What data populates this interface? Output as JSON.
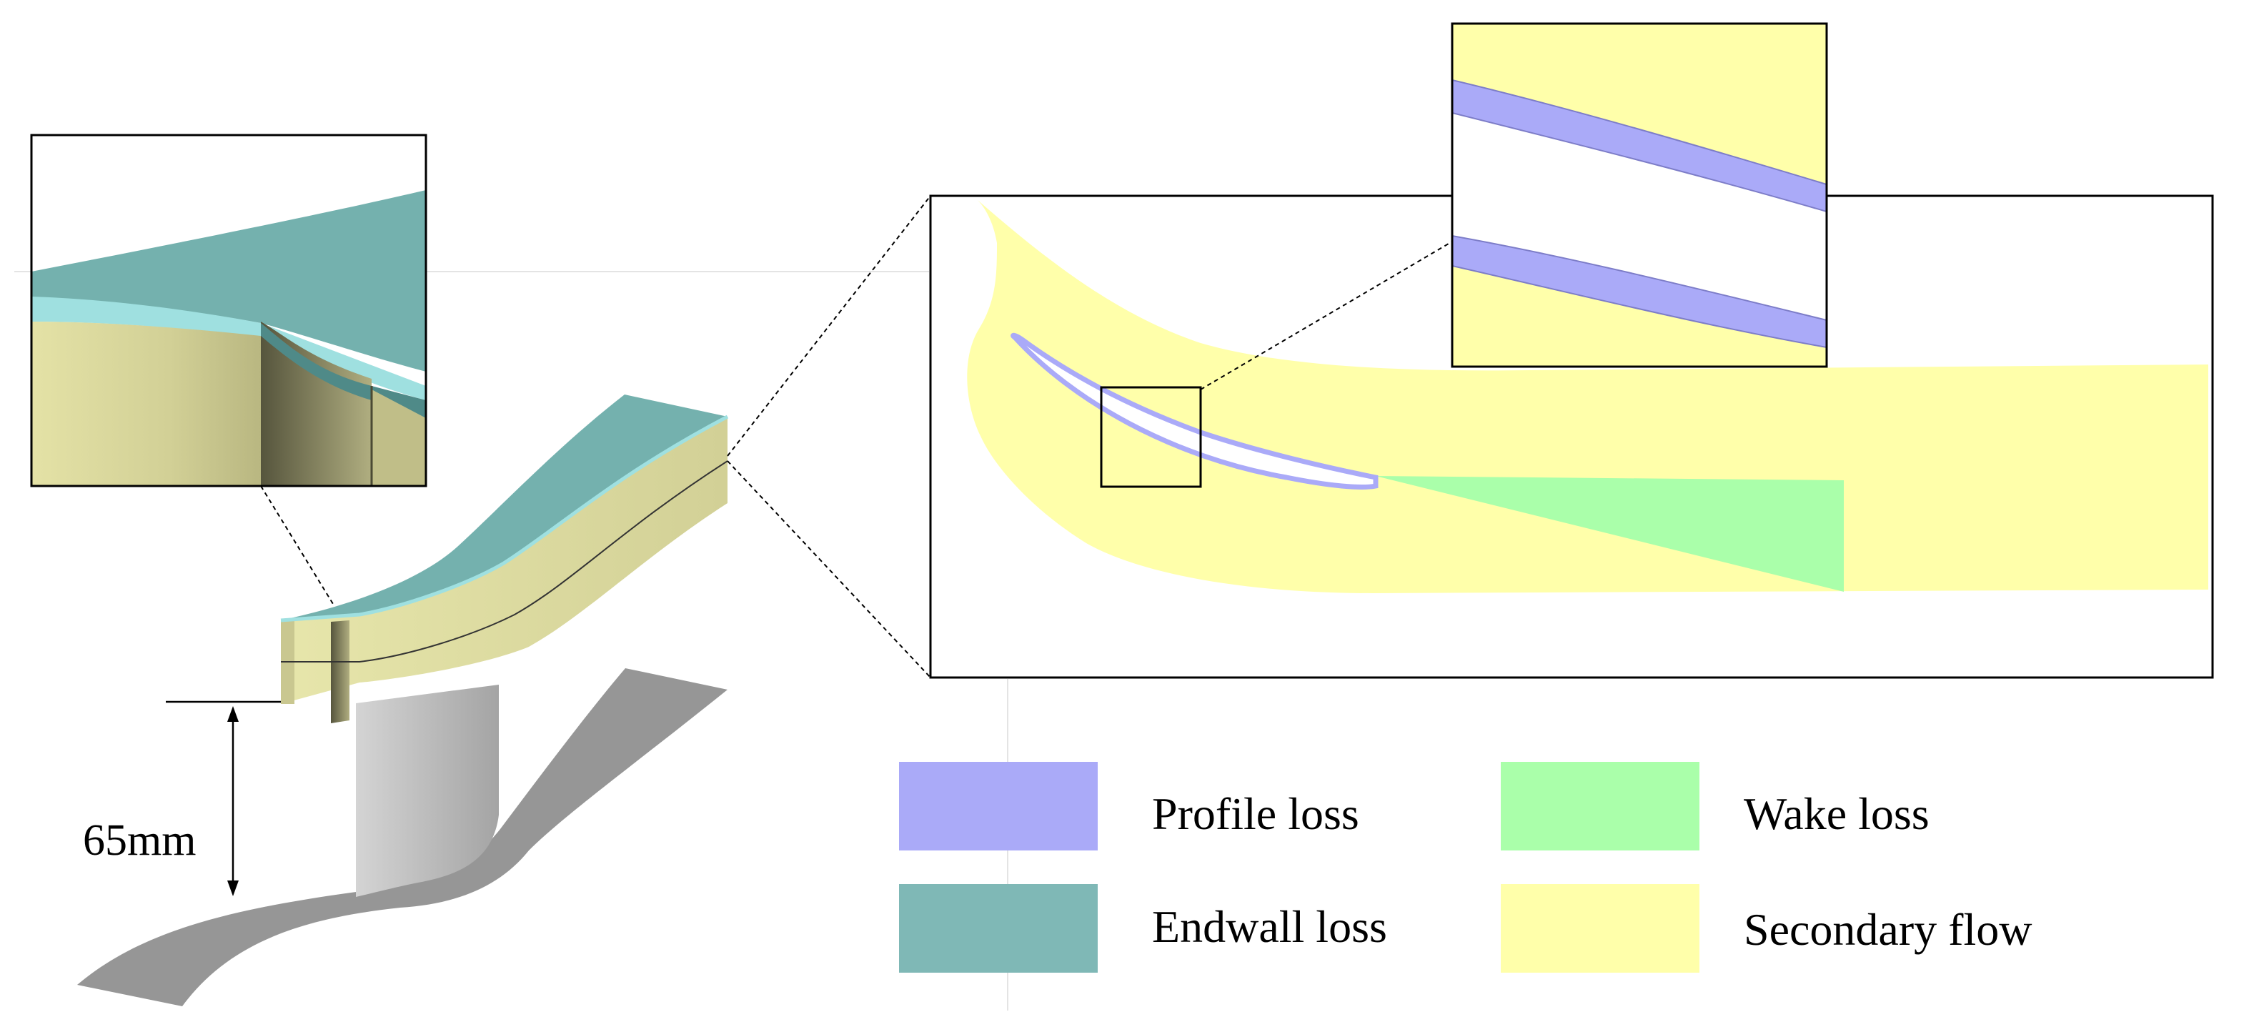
{
  "dimension": {
    "label": "65mm"
  },
  "legend": [
    {
      "label": "Profile loss",
      "color": "#aaaaf8"
    },
    {
      "label": "Wake loss",
      "color": "#aaffaa"
    },
    {
      "label": "Endwall loss",
      "color": "#7fb8b6"
    },
    {
      "label": "Secondary flow",
      "color": "#ffffaa"
    }
  ],
  "colors": {
    "endwall": "#74b1ae",
    "endwall_light": "#9fe0e0",
    "blade_side": "#e5e3a4",
    "blade_dark": "#a9a77a",
    "support": "#c2c2c2",
    "shadow": "#969696",
    "secondary_flow": "#ffffaa",
    "profile": "#aaaaf8",
    "wake": "#aaffaa"
  }
}
